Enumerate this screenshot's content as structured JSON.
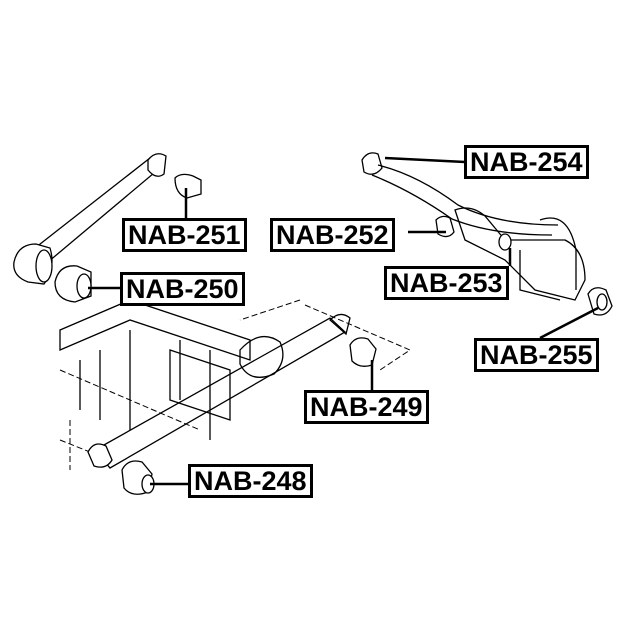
{
  "labels": {
    "nab248": "NAB-248",
    "nab249": "NAB-249",
    "nab250": "NAB-250",
    "nab251": "NAB-251",
    "nab252": "NAB-252",
    "nab253": "NAB-253",
    "nab254": "NAB-254",
    "nab255": "NAB-255"
  }
}
